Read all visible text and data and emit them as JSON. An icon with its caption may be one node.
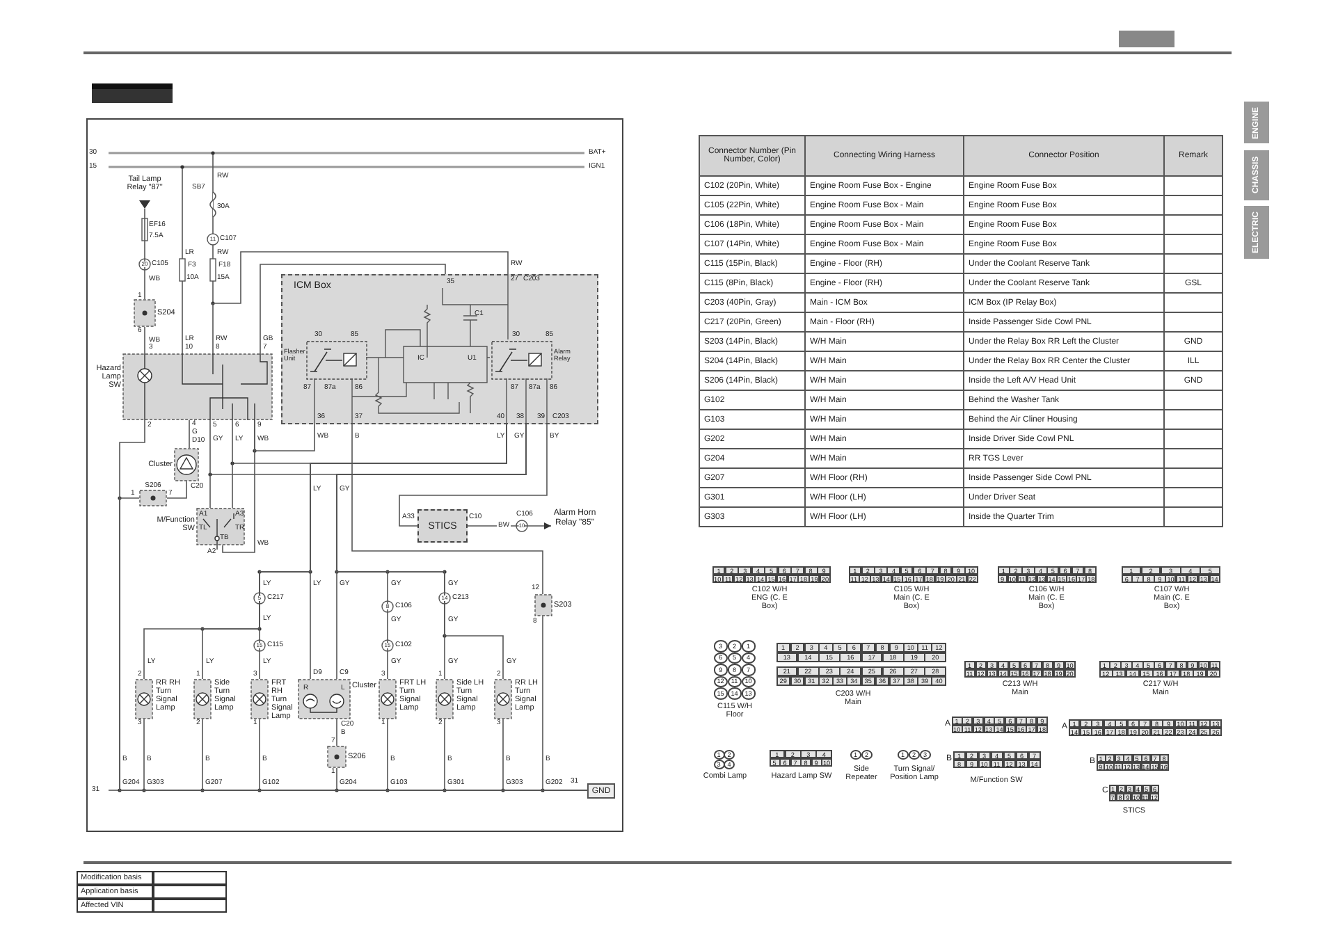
{
  "diagram": {
    "nodes": [
      {
        "text": [
          "ICM Box"
        ]
      },
      {
        "text": [
          "Flasher Unit"
        ],
        "in": 0
      },
      {
        "text": [
          "Alarm Relay"
        ],
        "in": 0
      },
      {
        "text": [
          "Hazard Lamp SW"
        ]
      },
      {
        "text": [
          "Cluster"
        ]
      },
      {
        "text": [
          "S206"
        ]
      },
      {
        "text": [
          "M/Function SW"
        ]
      },
      {
        "text": [
          "S204"
        ]
      },
      {
        "text": [
          "STICS"
        ]
      },
      {
        "text": [
          "S203"
        ]
      },
      {
        "text": [
          "RR RH Turn Signal Lamp"
        ]
      },
      {
        "text": [
          "Side Turn Signal Lamp"
        ]
      },
      {
        "text": [
          "FRT RH Turn Signal Lamp"
        ]
      },
      {
        "text": [
          "Cluster"
        ]
      },
      {
        "text": [
          "FRT LH Turn Signal Lamp"
        ]
      },
      {
        "text": [
          "Side LH Turn Signal Lamp"
        ]
      },
      {
        "text": [
          "RR LH Turn Signal Lamp"
        ]
      },
      {
        "text": [
          "S206"
        ]
      },
      {
        "text": [
          "Alarm Horn Relay \"85\""
        ]
      },
      {
        "text": [
          "Tail Lamp Relay \"87\""
        ]
      },
      {
        "text": [
          "GND"
        ]
      }
    ],
    "edges": [
      {
        "from": 19,
        "to": 7,
        "arrow": "none"
      },
      {
        "from": 7,
        "to": 3,
        "arrow": "none"
      },
      {
        "from": 3,
        "to": 6,
        "arrow": "none"
      },
      {
        "from": 3,
        "to": 6,
        "arrow": "none"
      },
      {
        "from": 3,
        "to": 6,
        "arrow": "none"
      },
      {
        "from": 3,
        "to": 4,
        "arrow": "none"
      },
      {
        "from": 4,
        "to": 5,
        "arrow": "none"
      },
      {
        "from": 3,
        "to": 20,
        "arrow": "none"
      },
      {
        "from": 5,
        "to": 20,
        "arrow": "none"
      },
      {
        "from": 0,
        "to": 3,
        "arrow": "none"
      },
      {
        "from": 3,
        "to": 0,
        "arrow": "none"
      },
      {
        "from": 0,
        "to": 9,
        "arrow": "none"
      },
      {
        "from": 9,
        "to": 20,
        "arrow": "none"
      },
      {
        "from": 0,
        "to": 8,
        "arrow": "none"
      },
      {
        "from": 8,
        "to": 18,
        "arrow": "to",
        "label": "BW"
      },
      {
        "from": 0,
        "to": 10,
        "arrow": "none"
      },
      {
        "from": 0,
        "to": 11,
        "arrow": "none"
      },
      {
        "from": 0,
        "to": 12,
        "arrow": "none"
      },
      {
        "from": 0,
        "to": 13,
        "arrow": "none"
      },
      {
        "from": 0,
        "to": 13,
        "arrow": "none"
      },
      {
        "from": 0,
        "to": 14,
        "arrow": "none"
      },
      {
        "from": 0,
        "to": 15,
        "arrow": "none"
      },
      {
        "from": 0,
        "to": 16,
        "arrow": "none"
      },
      {
        "from": 10,
        "to": 20,
        "arrow": "none"
      },
      {
        "from": 11,
        "to": 20,
        "arrow": "none"
      },
      {
        "from": 12,
        "to": 20,
        "arrow": "none"
      },
      {
        "from": 14,
        "to": 20,
        "arrow": "none"
      },
      {
        "from": 15,
        "to": 20,
        "arrow": "none"
      },
      {
        "from": 16,
        "to": 20,
        "arrow": "none"
      },
      {
        "from": 13,
        "to": 17,
        "arrow": "none"
      },
      {
        "from": 17,
        "to": 20,
        "arrow": "none"
      },
      {
        "from": 3,
        "to": 0,
        "arrow": "none"
      }
    ],
    "labels": [
      "30",
      "15",
      "BAT+",
      "IGN1",
      "RW",
      "SB7",
      "30A",
      "C107",
      "LR",
      "RW",
      "F3",
      "10A",
      "F18",
      "15A",
      "EF16",
      "7.5A",
      "C105",
      "WB",
      "1",
      "6",
      "WB",
      "3",
      "LR",
      "10",
      "RW",
      "8",
      "GB",
      "7",
      "2",
      "4",
      "G",
      "D10",
      "5",
      "GY",
      "6",
      "LY",
      "9",
      "WB",
      "RW",
      "27",
      "C203",
      "35",
      "30",
      "85",
      "87",
      "87a",
      "86",
      "IC",
      "U1",
      "C1",
      "30",
      "85",
      "87",
      "87a",
      "86",
      "36",
      "37",
      "40",
      "38",
      "39",
      "C203",
      "WB",
      "B",
      "LY",
      "GY",
      "BY",
      "C20",
      "1",
      "7",
      "A1",
      "A3",
      "TL",
      "TR",
      "TB",
      "A2",
      "WB",
      "LY",
      "GY",
      "A33",
      "C10",
      "C106",
      "10",
      "LY",
      "LY",
      "GY",
      "GY",
      "GY",
      "5",
      "C217",
      "8",
      "C106",
      "14",
      "C213",
      "12",
      "8",
      "LY",
      "GY",
      "GY",
      "15",
      "C115",
      "15",
      "C102",
      "LY",
      "LY",
      "LY",
      "GY",
      "GY",
      "GY",
      "2",
      "1",
      "3",
      "D9",
      "C9",
      "3",
      "1",
      "2",
      "3",
      "2",
      "1",
      "C20",
      "1",
      "2",
      "3",
      "B",
      "7",
      "1",
      "B",
      "B",
      "B",
      "B",
      "B",
      "B",
      "B",
      "B",
      "31",
      "G204",
      "G303",
      "G207",
      "G102",
      "G204",
      "G103",
      "G301",
      "G303",
      "G202",
      "31",
      "R",
      "L",
      "20",
      "11",
      "Connector Number (Pin Number, Color)",
      "Connecting Wiring Harness",
      "Connector Position",
      "Remark",
      "C102 (20Pin, White)",
      "Engine Room Fuse Box - Engine",
      "Engine Room Fuse Box",
      "C105 (22Pin, White)",
      "Engine Room Fuse Box - Main",
      "Engine Room Fuse Box",
      "C106 (18Pin, White)",
      "Engine Room Fuse Box - Main",
      "Engine Room Fuse Box",
      "C107 (14Pin, White)",
      "Engine Room Fuse Box - Main",
      "Engine Room Fuse Box",
      "C115 (15Pin, Black)",
      "Engine - Floor (RH)",
      "Under the Coolant Reserve Tank",
      "C115 (8Pin, Black)",
      "Engine - Floor (RH)",
      "Under the Coolant Reserve Tank",
      "GSL",
      "C203 (40Pin, Gray)",
      "Main - ICM Box",
      "ICM Box (IP Relay Box)",
      "C217 (20Pin, Green)",
      "Main - Floor (RH)",
      "Inside Passenger Side Cowl PNL",
      "S203 (14Pin, Black)",
      "W/H Main",
      "Under the Relay Box RR Left the Cluster",
      "GND",
      "S204 (14Pin, Black)",
      "W/H Main",
      "Under the Relay Box RR Center the Cluster",
      "ILL",
      "S206 (14Pin, Black)",
      "W/H Main",
      "Inside the Left A/V Head Unit",
      "GND",
      "G102",
      "W/H Main",
      "Behind the Washer Tank",
      "G103",
      "W/H Main",
      "Behind the Air Cliner Housing",
      "G202",
      "W/H Main",
      "Inside Driver Side Cowl PNL",
      "G204",
      "W/H Main",
      "RR TGS Lever",
      "G207",
      "W/H Floor (RH)",
      "Inside Passenger Side Cowl PNL",
      "G301",
      "W/H Floor (LH)",
      "Under Driver Seat",
      "G303",
      "W/H Floor (LH)",
      "Inside the Quarter Trim",
      "1 2 3 4 5 6 7 8 9",
      "10 11 12 13 14 15 16 17 18 19 20",
      "C102 W/H ENG (C. E Box)",
      "1 2 3 4 5 6 7 8 9 10",
      "11 12 13 14 15 16 17 18 19 20 21 22",
      "C105 W/H Main (C. E Box)",
      "1 2 3 4 5 6 7 8",
      "9 10 11 12 13 14 15 16 17 18",
      "C106 W/H Main (C. E Box)",
      "1 2 3 4 5",
      "6 7 8 9 10 11 12 13 14",
      "C107 W/H Main (C. E Box)",
      "3 2 1",
      "6 5 4",
      "9 8 7",
      "12 11 10",
      "15 14 13",
      "C115 W/H Floor",
      "1 2 3 4 5 6 7 8 9 10 11 12",
      "13 14 15 16 17 18 19 20",
      "21 22 23 24 25 26 27 28",
      "29 30 31 32 33 34 35 36 37 38 39 40",
      "C203 W/H Main",
      "1 2 3 4 5 6 7 8 9 10",
      "11 12 13 14 15 16 17 18 19 20",
      "C213 W/H Main",
      "1 2 3 4 5 6 7 8 9 10 11",
      "12 13 14 15 16 17 18 19 20",
      "C217 W/H Main",
      "1 2",
      "3 4",
      "Combi Lamp",
      "1 2 3 4",
      "5 6 7 8 9 10",
      "Hazard Lamp SW",
      "1 2",
      "Side Repeater",
      "1 2 3",
      "Turn Signal/ Position Lamp",
      "A",
      "1 2 3 4 5 6 7 8 9",
      "10 11 12 13 14 15 16 17 18",
      "B",
      "1 2 3 4 5 6 7",
      "8 9 10 11 12 13 14",
      "M/Function SW",
      "A",
      "1 2 3 4 5 6 7 8 9 10 11 12 13",
      "14 15 16 17 18 19 20 21 22 23 24 25 26",
      "B",
      "1 2 3 4 5 6 7 8",
      "9 10 11 12 13 14 15 16",
      "C",
      "1 2 3 4 5 6",
      "7 8 9 10 11 12",
      "STICS",
      "ENGINE",
      "CHASSIS",
      "ELECTRIC",
      "Modification basis",
      "Application basis",
      "Affected VIN"
    ]
  }
}
